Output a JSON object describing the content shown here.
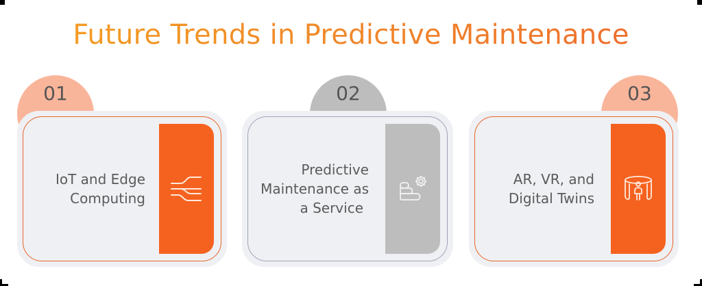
{
  "title": "Future Trends in Predictive Maintenance",
  "colors": {
    "accent_orange": "#F5621F",
    "tab_peach": "#F9B59A",
    "tab_grey": "#BDBDBD",
    "card_bg": "#EFF0F3",
    "text": "#5A5A5A"
  },
  "cards": [
    {
      "number": "01",
      "line1": "IoT and Edge",
      "line2": "Computing",
      "line3": "",
      "icon": "data-flow-icon",
      "theme": "orange"
    },
    {
      "number": "02",
      "line1": "Predictive",
      "line2": "Maintenance as",
      "line3": "a Service",
      "icon": "stacked-service-gear-icon",
      "theme": "grey"
    },
    {
      "number": "03",
      "line1": "AR, VR, and",
      "line2": "Digital Twins",
      "line3": "",
      "icon": "virtual-reality-person-icon",
      "theme": "orange"
    }
  ]
}
